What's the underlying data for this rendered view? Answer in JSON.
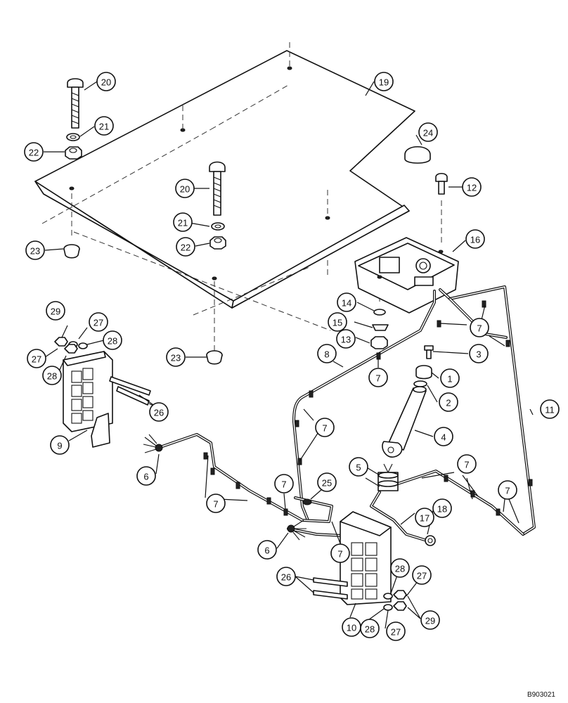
{
  "drawing_ref": "B903021",
  "callouts": [
    {
      "label": "1"
    },
    {
      "label": "2"
    },
    {
      "label": "3"
    },
    {
      "label": "4"
    },
    {
      "label": "5"
    },
    {
      "label": "6"
    },
    {
      "label": "6"
    },
    {
      "label": "7"
    },
    {
      "label": "7"
    },
    {
      "label": "7"
    },
    {
      "label": "7"
    },
    {
      "label": "7"
    },
    {
      "label": "7"
    },
    {
      "label": "7"
    },
    {
      "label": "7"
    },
    {
      "label": "8"
    },
    {
      "label": "9"
    },
    {
      "label": "10"
    },
    {
      "label": "11"
    },
    {
      "label": "12"
    },
    {
      "label": "13"
    },
    {
      "label": "14"
    },
    {
      "label": "15"
    },
    {
      "label": "16"
    },
    {
      "label": "17"
    },
    {
      "label": "18"
    },
    {
      "label": "19"
    },
    {
      "label": "20"
    },
    {
      "label": "20"
    },
    {
      "label": "21"
    },
    {
      "label": "21"
    },
    {
      "label": "22"
    },
    {
      "label": "22"
    },
    {
      "label": "23"
    },
    {
      "label": "23"
    },
    {
      "label": "24"
    },
    {
      "label": "25"
    },
    {
      "label": "26"
    },
    {
      "label": "26"
    },
    {
      "label": "27"
    },
    {
      "label": "27"
    },
    {
      "label": "27"
    },
    {
      "label": "27"
    },
    {
      "label": "28"
    },
    {
      "label": "28"
    },
    {
      "label": "28"
    },
    {
      "label": "28"
    },
    {
      "label": "29"
    },
    {
      "label": "29"
    }
  ]
}
